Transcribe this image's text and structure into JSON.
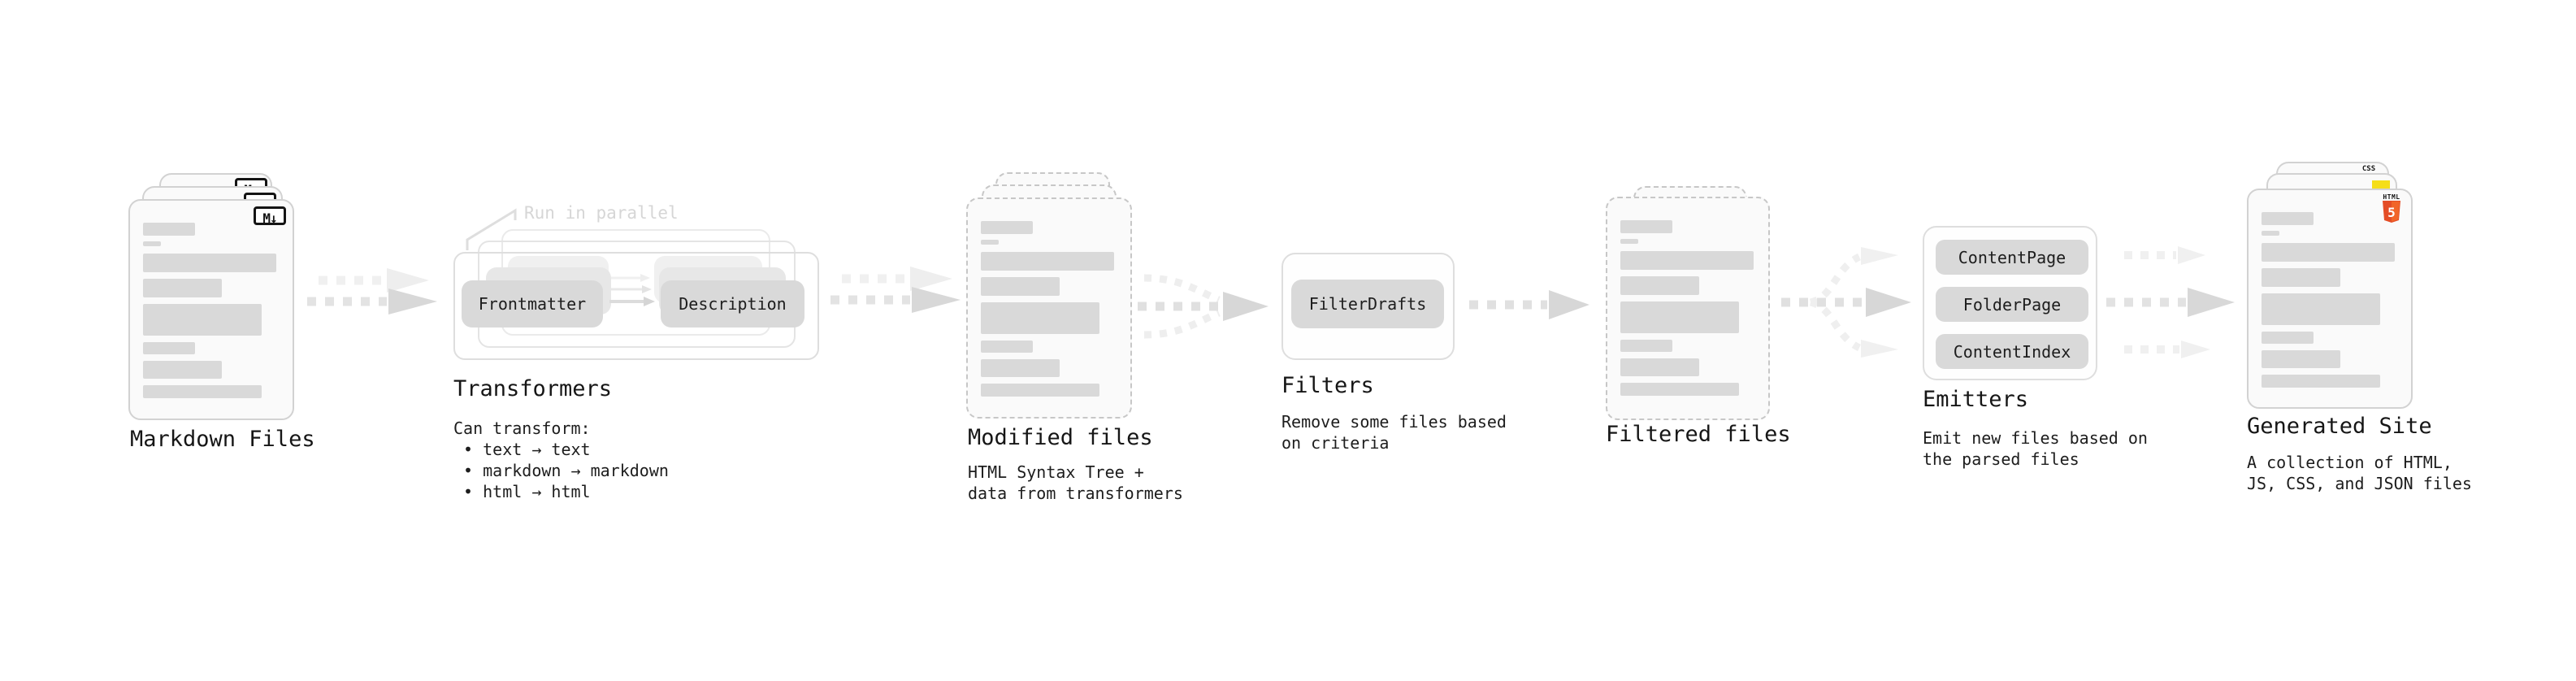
{
  "stages": {
    "markdown_files": {
      "label": "Markdown Files",
      "badge": "M↓"
    },
    "transformers": {
      "heading": "Transformers",
      "annotation": "Run in parallel",
      "description": "Can transform:\n • text → text\n • markdown → markdown\n • html → html",
      "source_pill": "Frontmatter",
      "target_pill": "Description"
    },
    "modified_files": {
      "label": "Modified files",
      "description": "HTML Syntax Tree +\ndata from transformers"
    },
    "filters": {
      "heading": "Filters",
      "description": "Remove some files based\non criteria",
      "pill": "FilterDrafts"
    },
    "filtered_files": {
      "label": "Filtered files"
    },
    "emitters": {
      "heading": "Emitters",
      "description": "Emit new files based on\nthe parsed files",
      "pills": [
        "ContentPage",
        "FolderPage",
        "ContentIndex"
      ]
    },
    "generated_site": {
      "label": "Generated Site",
      "description": "A collection of HTML,\nJS, CSS, and JSON files",
      "badges": {
        "css_label": "CSS",
        "css_color": "#2862e9",
        "js_color": "#f5de19",
        "html_label": "HTML",
        "html5_numeral": "5",
        "html5_color": "#e44d26",
        "html5_color_light": "#f16529"
      }
    }
  }
}
